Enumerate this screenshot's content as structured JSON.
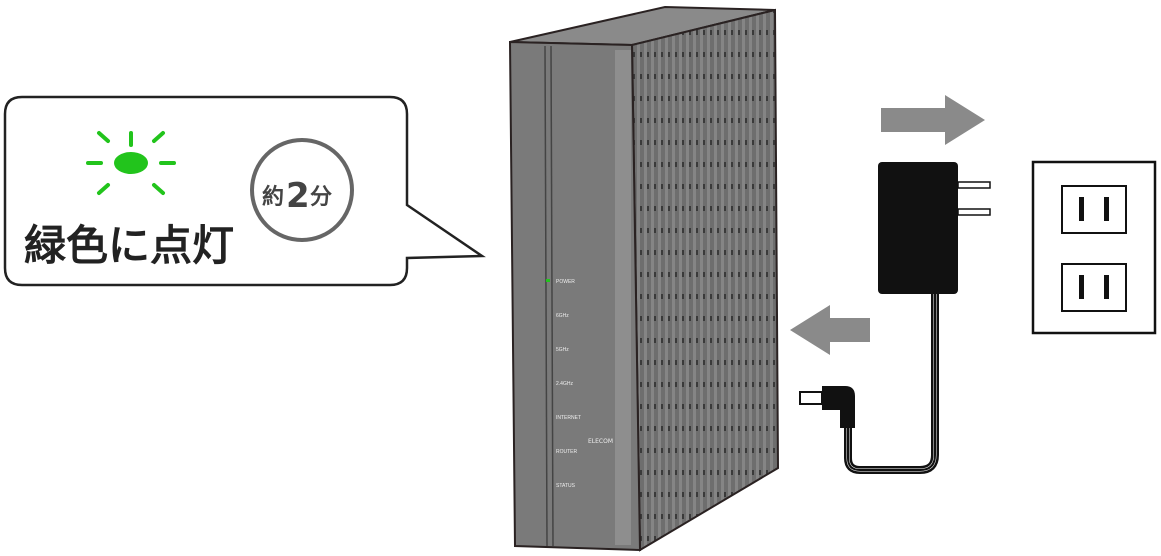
{
  "callout": {
    "status_text": "緑色に点灯",
    "time_prefix": "約",
    "time_value": "2",
    "time_unit": "分",
    "led_color": "#22c41c"
  },
  "router": {
    "brand": "ELECOM",
    "leds": [
      "POWER",
      "6GHz",
      "5GHz",
      "2.4GHz",
      "INTERNET",
      "ROUTER",
      "STATUS"
    ],
    "body_color": "#7a7a7a"
  },
  "icons": [
    "arrow-right-icon",
    "arrow-left-icon",
    "ac-adapter-icon",
    "wall-outlet-icon",
    "dc-plug-icon",
    "led-glow-icon"
  ]
}
